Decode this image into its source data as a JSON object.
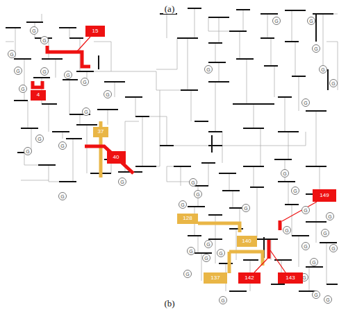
{
  "diagram": {
    "nodes": [
      {
        "text": [
          "15"
        ]
      },
      {
        "text": [
          "4"
        ]
      },
      {
        "text": [
          "37"
        ]
      },
      {
        "text": [
          "40"
        ]
      },
      {
        "text": [
          "149"
        ]
      },
      {
        "text": [
          "128"
        ]
      },
      {
        "text": [
          "140"
        ]
      },
      {
        "text": [
          "137"
        ]
      },
      {
        "text": [
          "142"
        ]
      },
      {
        "text": [
          "143"
        ]
      }
    ],
    "labels": [
      "(a)",
      "(b)",
      "G",
      "G",
      "G",
      "G",
      "G",
      "G",
      "G",
      "G",
      "G",
      "G",
      "G",
      "G",
      "G",
      "G",
      "G",
      "G",
      "G",
      "G",
      "G",
      "G",
      "G",
      "G",
      "G",
      "G",
      "G",
      "G",
      "G",
      "G",
      "G",
      "G",
      "G",
      "G",
      "G",
      "G",
      "G",
      "G",
      "G",
      "G",
      "G",
      "G",
      "G",
      "G",
      "G",
      "G"
    ]
  }
}
